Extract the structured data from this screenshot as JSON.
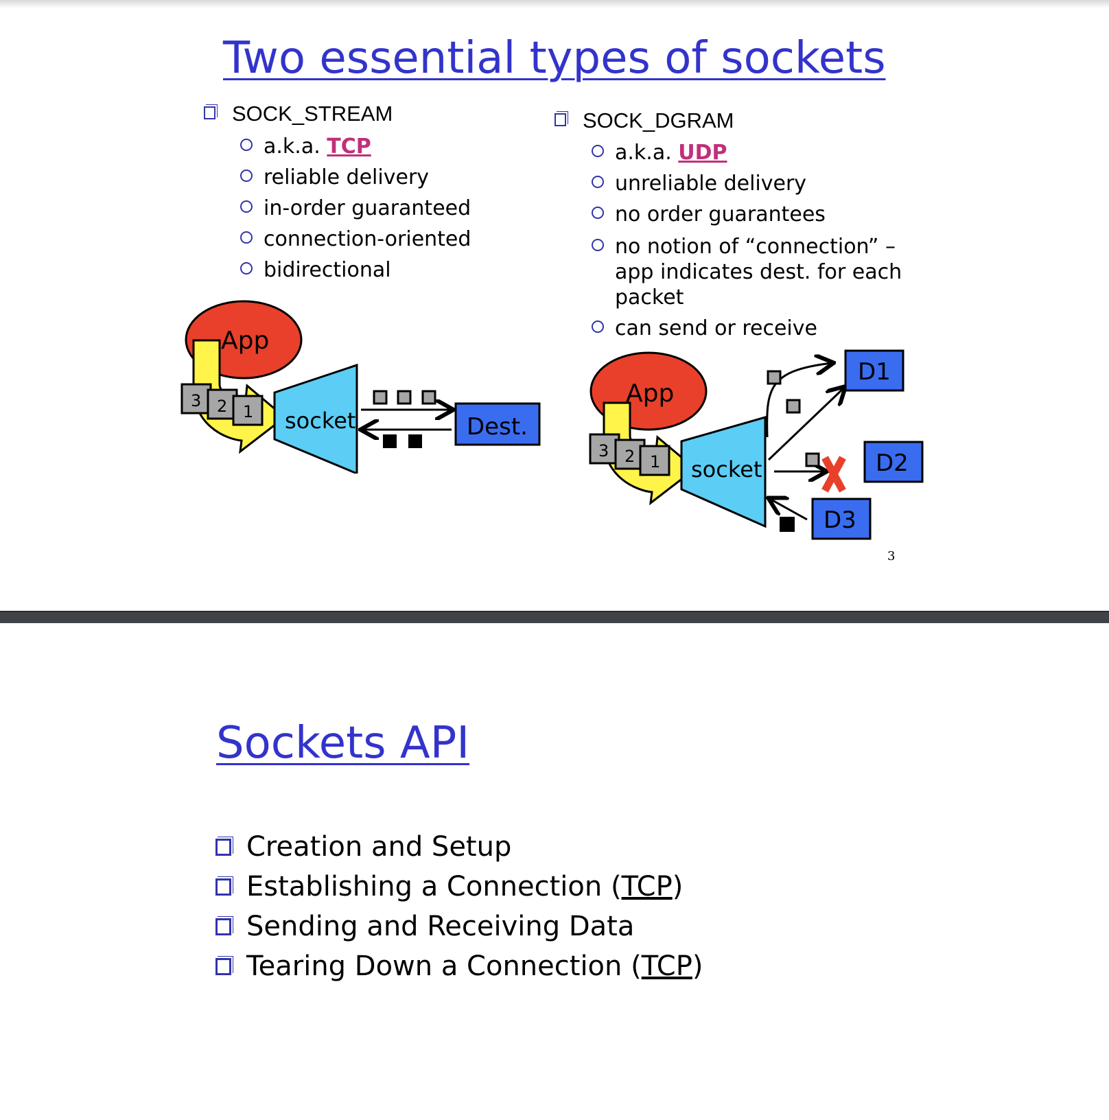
{
  "slide1": {
    "title": "Two essential types of sockets",
    "left": {
      "heading": "SOCK_STREAM",
      "aka_prefix": "a.k.a. ",
      "aka_protocol": "TCP",
      "items": [
        "reliable delivery",
        "in-order guaranteed",
        "connection-oriented",
        "bidirectional"
      ]
    },
    "right": {
      "heading": "SOCK_DGRAM",
      "aka_prefix": "a.k.a. ",
      "aka_protocol": "UDP",
      "items": [
        "unreliable delivery",
        "no order guarantees"
      ],
      "notion_lines": [
        "no notion of “connection” –",
        "app indicates dest. for each",
        "packet"
      ],
      "last_item": "can send or receive"
    },
    "stream_diagram": {
      "app": "App",
      "socket": "socket",
      "dest": "Dest.",
      "packets": [
        "3",
        "2",
        "1"
      ]
    },
    "dgram_diagram": {
      "app": "App",
      "socket": "socket",
      "packets": [
        "3",
        "2",
        "1"
      ],
      "d1": "D1",
      "d2": "D2",
      "d3": "D3"
    },
    "page_number": "3"
  },
  "slide2": {
    "title": "Sockets API",
    "items": [
      {
        "text": "Creation and Setup"
      },
      {
        "text": "Establishing a Connection (",
        "u": "TCP",
        "end": ")"
      },
      {
        "text": "Sending and Receiving Data"
      },
      {
        "text": "Tearing Down a Connection (",
        "u": "TCP",
        "end": ")"
      }
    ]
  },
  "colors": {
    "title": "#3333cc",
    "protocol": "#c0307a",
    "app": "#e8402a",
    "socket": "#5ccdf5",
    "dest": "#3a6cf0",
    "arrow_yellow": "#fff44a",
    "packet": "#a6a6a6",
    "divider": "#3f4347"
  }
}
